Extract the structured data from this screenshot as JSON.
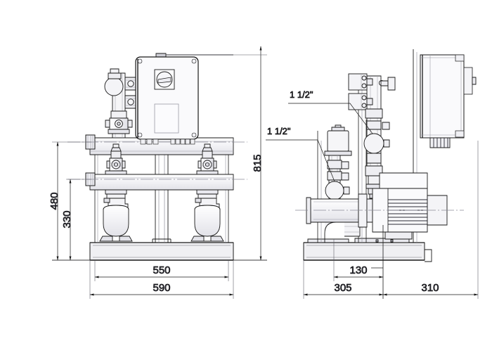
{
  "drawing": {
    "title": "Pressure boosting set technical drawing",
    "background_color": "#ffffff",
    "line_color": "#1a1a1a",
    "dimension_text_color": "#2b2b3c",
    "centerline_color": "#8a8a96",
    "shade_color": "#e8e8ec"
  },
  "views": {
    "front": {
      "name": "front-elevation",
      "description": "Front view of twin pump booster set with control cabinet, manifolds and two vertical pumps on base frame"
    },
    "side": {
      "name": "side-elevation",
      "description": "Side view showing pump motor, suction elbow, valve stack, terminal blocks and control cabinet profile"
    }
  },
  "dimensions": {
    "height_overall": "815",
    "height_manifold_upper": "480",
    "height_manifold_lower": "330",
    "width_base_inner": "550",
    "width_base_outer": "590",
    "depth_pump_offset": "130",
    "depth_front": "305",
    "depth_rear": "310"
  },
  "callouts": {
    "port_upper": "1 1/2\"",
    "port_lower": "1 1/2\""
  },
  "components": {
    "control_cabinet": "control-cabinet",
    "rotary_switch": "rotary-switch",
    "display_panel": "display-panel",
    "pressure_sensor": "pressure-sensor",
    "pump_left": "pump-left",
    "pump_right": "pump-right",
    "motor": "pump-motor",
    "base_frame": "base-frame",
    "discharge_manifold": "discharge-manifold",
    "suction_manifold": "suction-manifold",
    "isolating_valve": "isolating-valve",
    "terminal_block": "terminal-block",
    "cable_glands": "cable-glands",
    "suction_elbow": "suction-elbow"
  }
}
